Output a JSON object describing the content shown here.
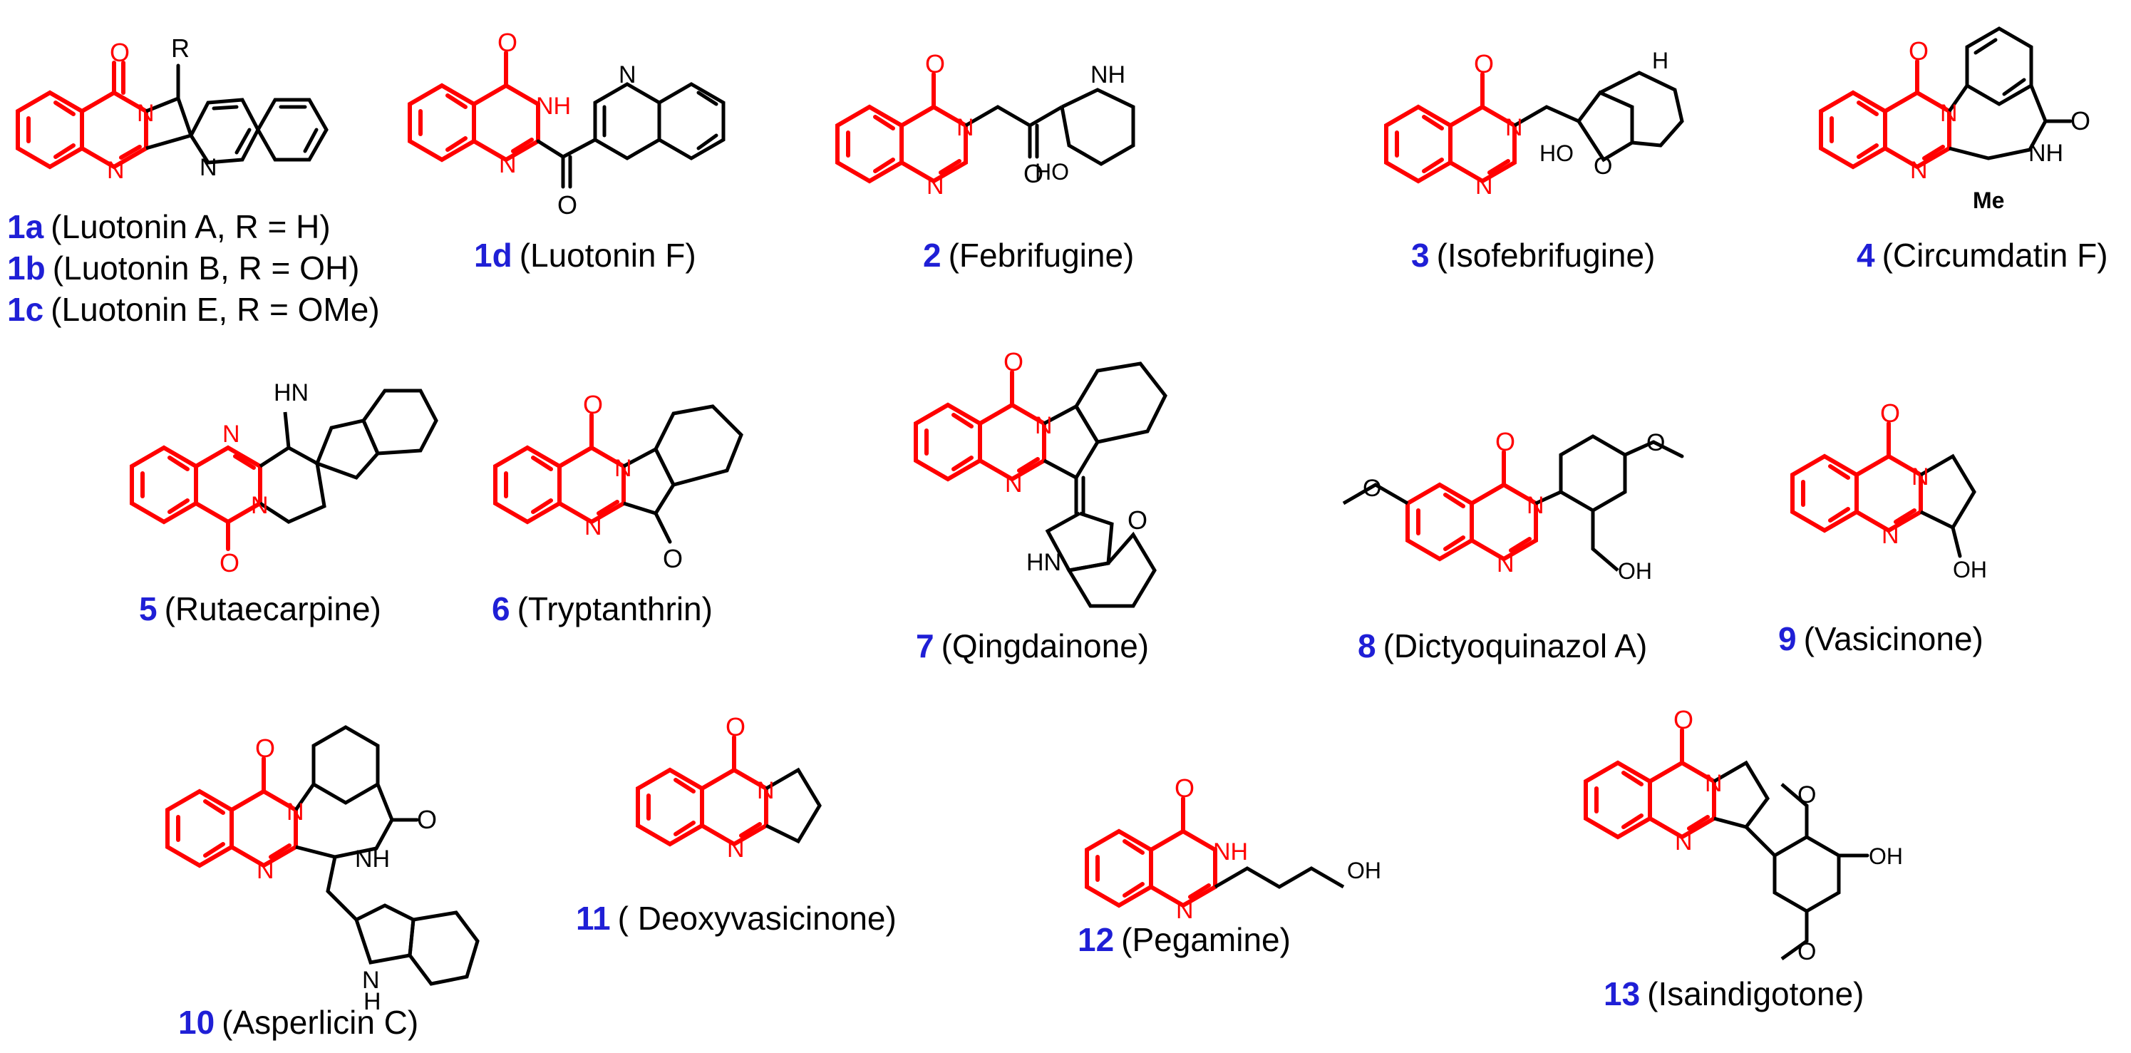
{
  "colors": {
    "core": "#ff0000",
    "bond": "#000000",
    "label_number": "#1f1fd6"
  },
  "compounds": [
    {
      "id": "1a",
      "name": "(Luotonin A, R = H)"
    },
    {
      "id": "1b",
      "name": "(Luotonin B, R = OH)"
    },
    {
      "id": "1c",
      "name": "(Luotonin E, R = OMe)"
    },
    {
      "id": "1d",
      "name": "(Luotonin F)"
    },
    {
      "id": "2",
      "name": "(Febrifugine)"
    },
    {
      "id": "3",
      "name": "(Isofebrifugine)"
    },
    {
      "id": "4",
      "name": "(Circumdatin F)"
    },
    {
      "id": "5",
      "name": "(Rutaecarpine)"
    },
    {
      "id": "6",
      "name": "(Tryptanthrin)"
    },
    {
      "id": "7",
      "name": "(Qingdainone)"
    },
    {
      "id": "8",
      "name": "(Dictyoquinazol A)"
    },
    {
      "id": "9",
      "name": "(Vasicinone)"
    },
    {
      "id": "10",
      "name": "(Asperlicin C)"
    },
    {
      "id": "11",
      "name": "( Deoxyvasicinone)"
    },
    {
      "id": "12",
      "name": "(Pegamine)"
    },
    {
      "id": "13",
      "name": "(Isaindigotone)"
    }
  ],
  "atom_labels": {
    "O": "O",
    "N": "N",
    "NH": "NH",
    "HN": "HN",
    "H": "H",
    "R": "R",
    "HO": "HO",
    "OH": "OH",
    "Me": "Me"
  }
}
